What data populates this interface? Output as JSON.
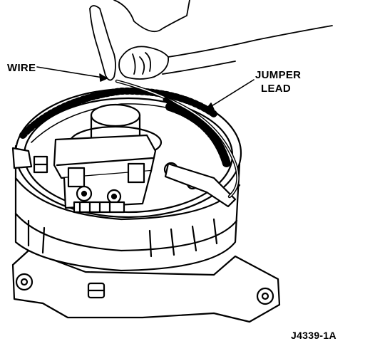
{
  "callouts": {
    "wire": "WIRE",
    "jumper_line1": "JUMPER",
    "jumper_line2": "LEAD"
  },
  "figure_id": "J4339-1A",
  "colors": {
    "ink": "#000000",
    "paper": "#ffffff"
  }
}
